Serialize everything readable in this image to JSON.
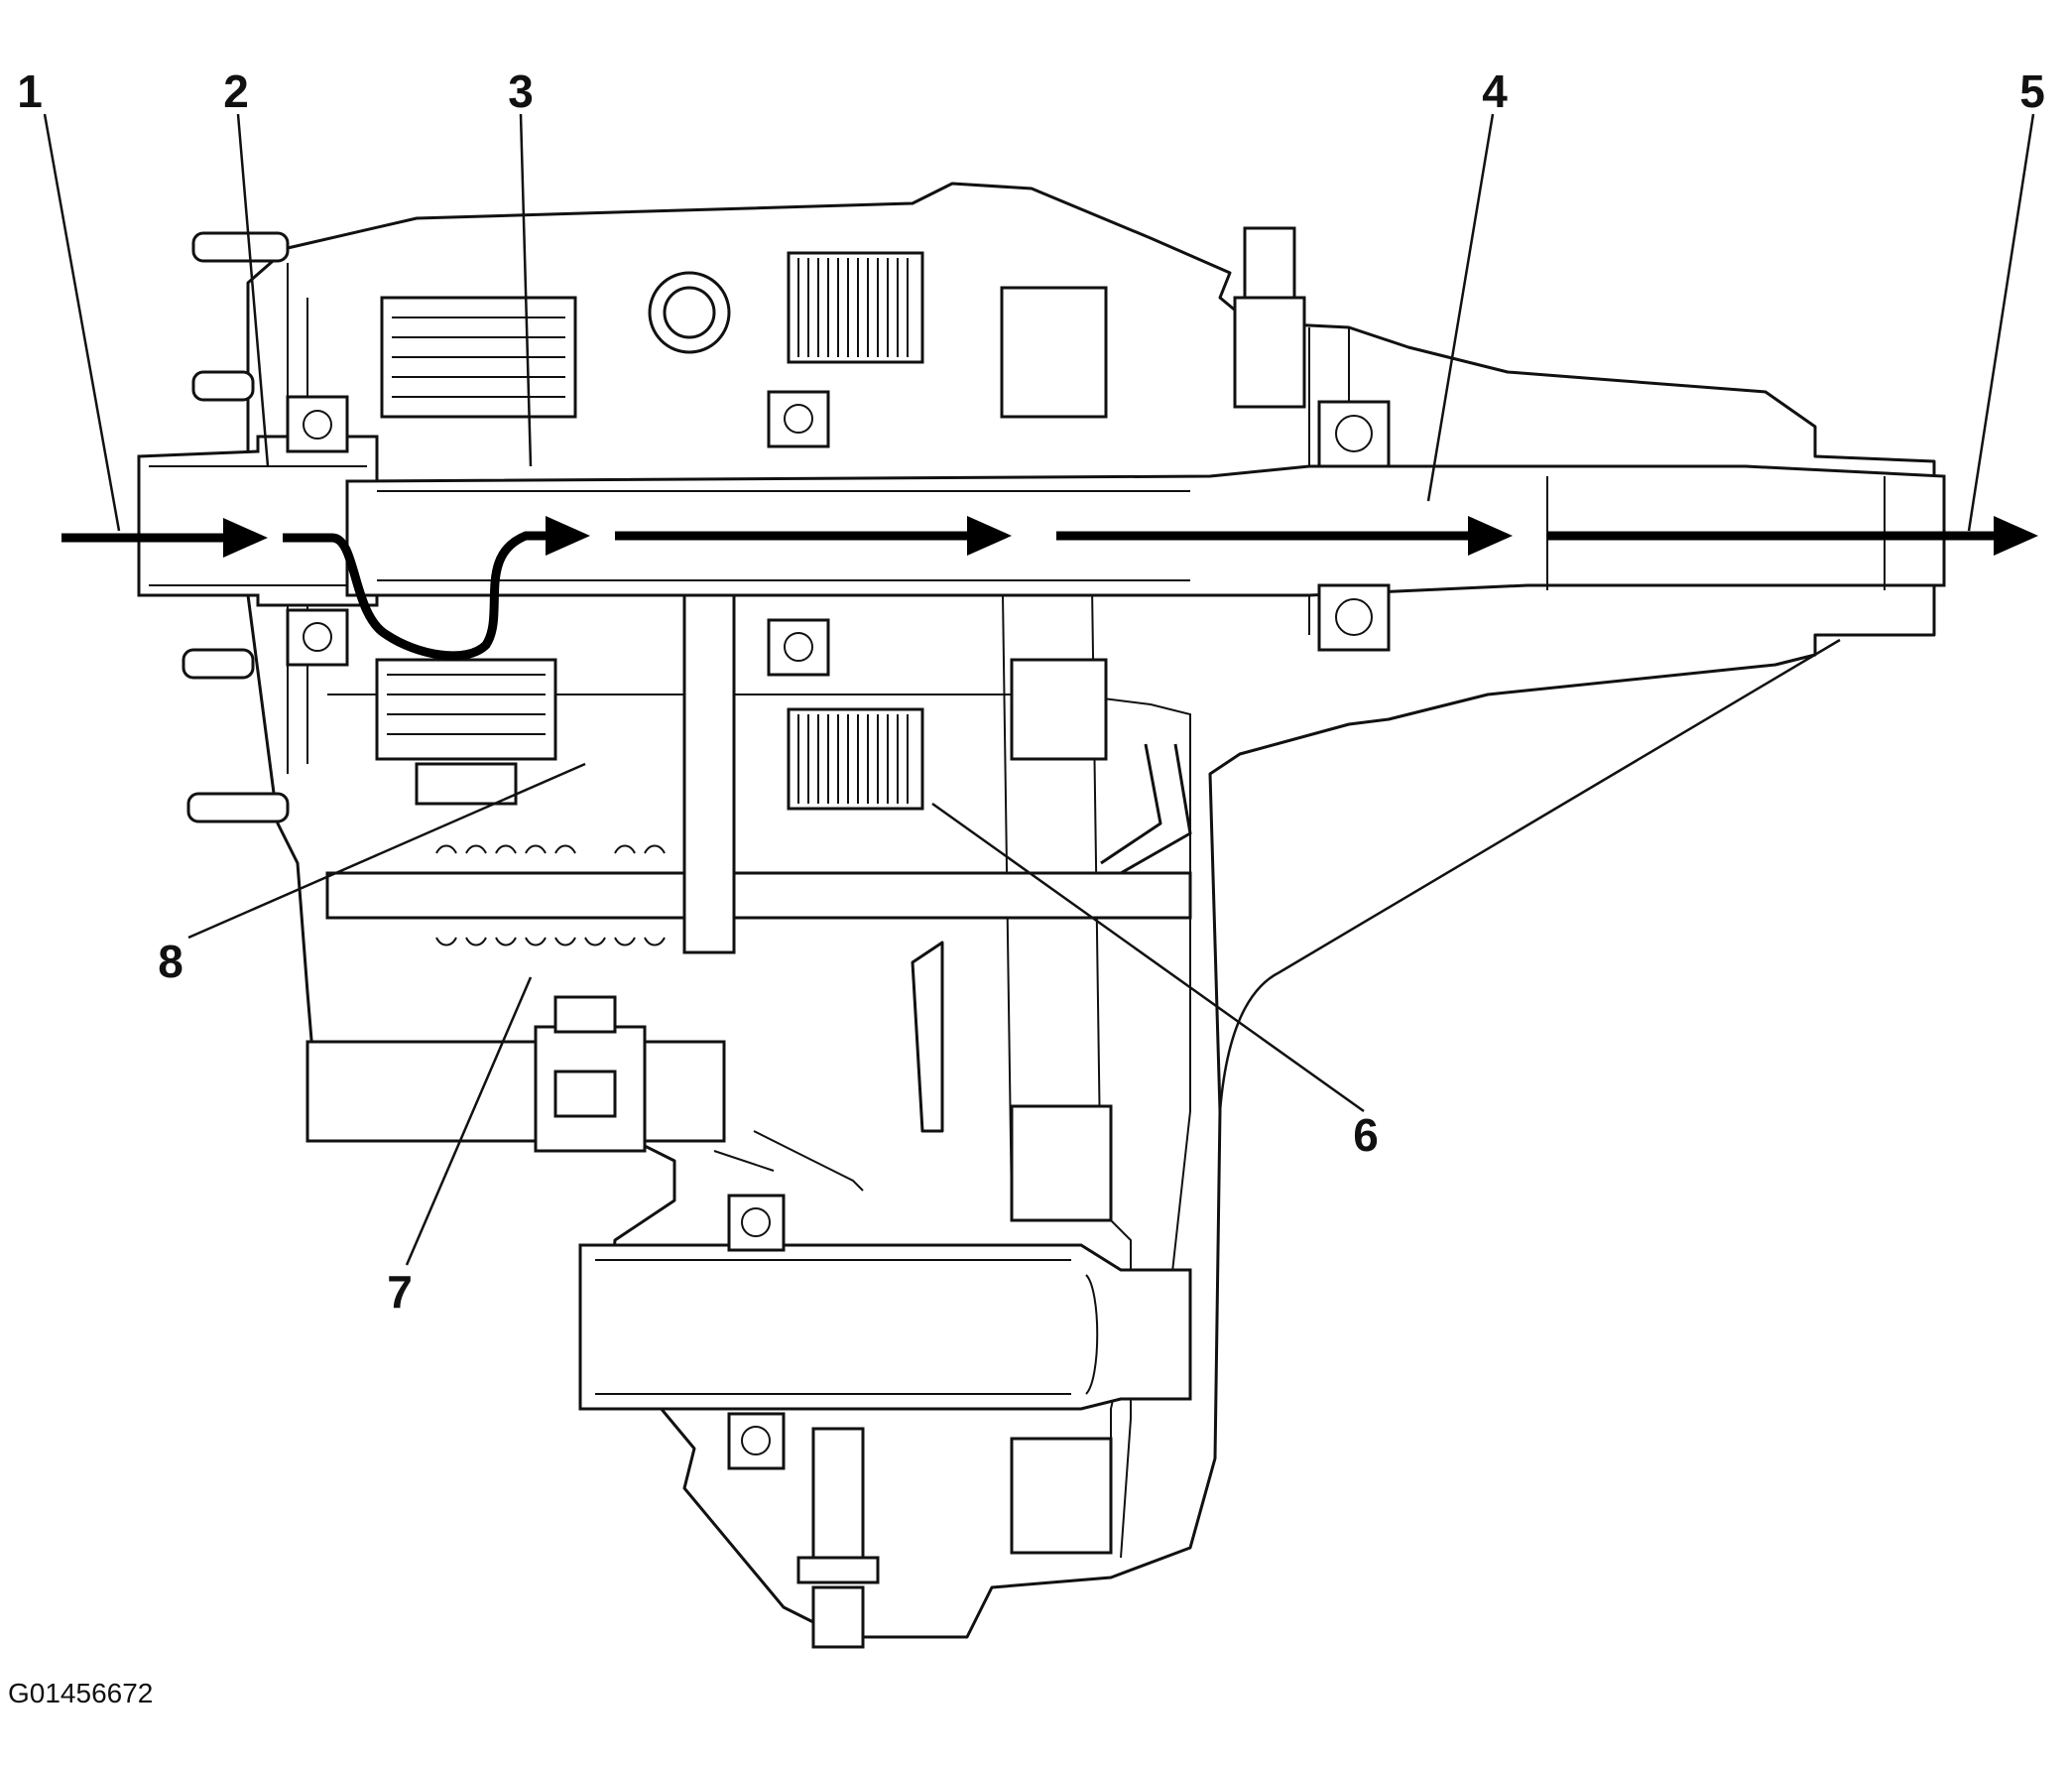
{
  "callouts": [
    {
      "id": "1",
      "text": "1"
    },
    {
      "id": "2",
      "text": "2"
    },
    {
      "id": "3",
      "text": "3"
    },
    {
      "id": "4",
      "text": "4"
    },
    {
      "id": "5",
      "text": "5"
    },
    {
      "id": "6",
      "text": "6"
    },
    {
      "id": "7",
      "text": "7"
    },
    {
      "id": "8",
      "text": "8"
    }
  ],
  "figure_id": "G01456672",
  "colors": {
    "line": "#111111",
    "background": "#ffffff",
    "flow_arrow": "#000000"
  }
}
